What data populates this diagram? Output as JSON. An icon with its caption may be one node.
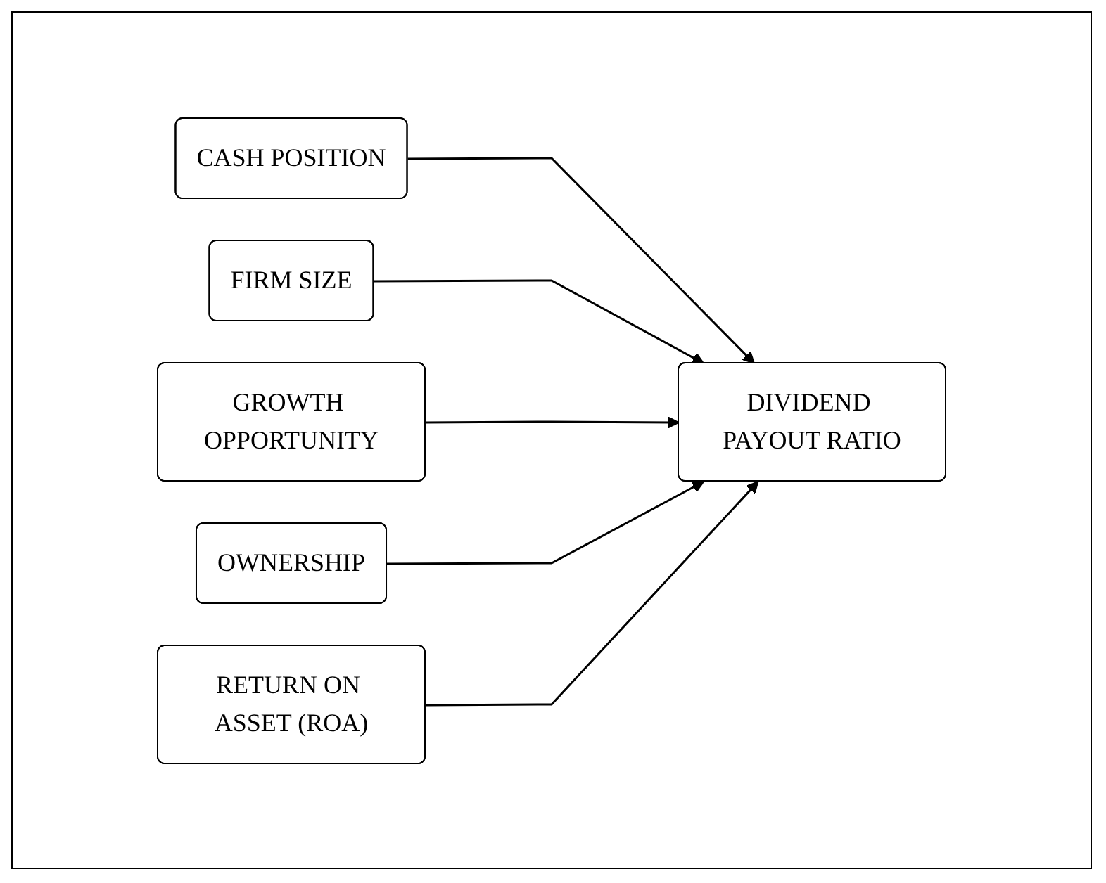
{
  "diagram": {
    "nodes": [
      {
        "text": [
          "CASH POSITION"
        ]
      },
      {
        "text": [
          "FIRM SIZE"
        ]
      },
      {
        "text": [
          "GROWTH OPPORTUNITY"
        ]
      },
      {
        "text": [
          "OWNERSHIP"
        ]
      },
      {
        "text": [
          "RETURN ON ASSET (ROA)"
        ]
      },
      {
        "text": [
          "DIVIDEND PAYOUT RATIO"
        ]
      }
    ],
    "edges": [
      {
        "from": 0,
        "to": 5,
        "arrow": "to"
      },
      {
        "from": 1,
        "to": 5,
        "arrow": "to"
      },
      {
        "from": 2,
        "to": 5,
        "arrow": "to"
      },
      {
        "from": 3,
        "to": 5,
        "arrow": "to"
      },
      {
        "from": 4,
        "to": 5,
        "arrow": "to"
      }
    ]
  }
}
